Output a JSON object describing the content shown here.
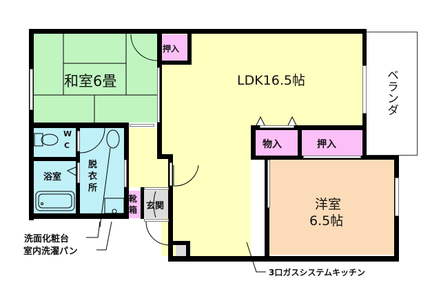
{
  "floorplan": {
    "rooms": {
      "washitsu": {
        "label": "和室6畳",
        "color": "#c0f5c0"
      },
      "ldk": {
        "label": "LDK16.5帖",
        "color": "#ffffc0"
      },
      "youshitsu": {
        "label_line1": "洋室",
        "label_line2": "6.5帖",
        "color": "#fcdcb8"
      },
      "veranda": {
        "label": "ベランダ",
        "color": "#ffffff"
      },
      "wc": {
        "label_line1": "W",
        "label_line2": "C",
        "color": "#c0f0f8"
      },
      "bath": {
        "label": "浴室",
        "color": "#c0f0f8"
      },
      "dressing": {
        "label_line1": "脱",
        "label_line2": "衣",
        "label_line3": "所",
        "color": "#c0f0f8"
      },
      "entrance": {
        "label": "玄関",
        "color": "#dcdcdc"
      },
      "shoebox": {
        "label_line1": "靴",
        "label_line2": "箱",
        "color": "#fcc0f8"
      },
      "closet_washitsu": {
        "label": "押入",
        "color": "#fcc0f8"
      },
      "storage": {
        "label": "物入",
        "color": "#fcc0f8"
      },
      "closet_youshitsu": {
        "label": "押入",
        "color": "#fcc0f8"
      }
    },
    "annotations": {
      "vanity": "洗面化粧台",
      "washer_pan": "室内洗濯パン",
      "kitchen": "3口ガスシステムキッチン"
    },
    "colors": {
      "wall": "#000000",
      "hall": "#ffffc0",
      "pillar": "#dcdcdc"
    }
  }
}
